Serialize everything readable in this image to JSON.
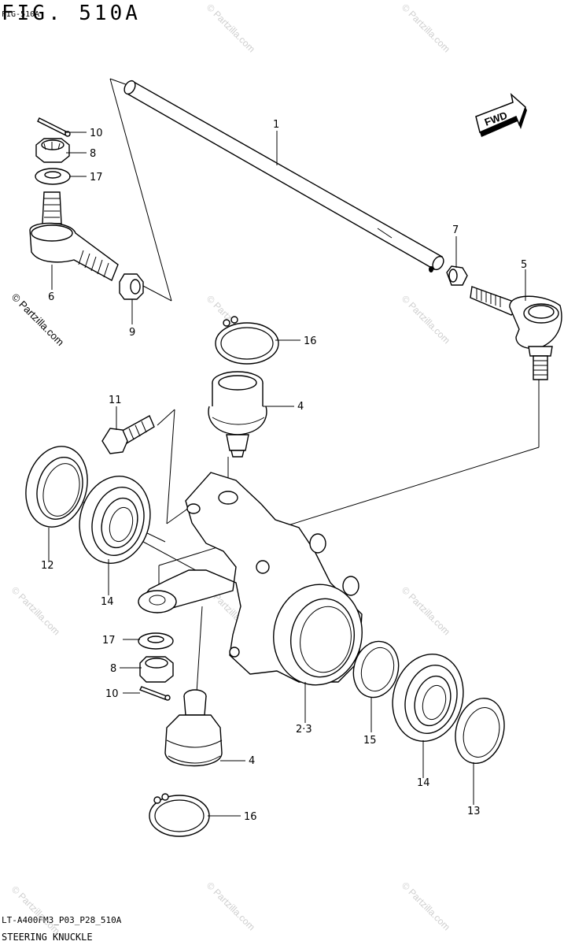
{
  "header": {
    "title": "FIG. 510A",
    "subtitle": "FIG-510A"
  },
  "footer": {
    "code": "LT-A400FM3_P03_P28_510A",
    "name": "STEERING KNUCKLE"
  },
  "fwd_label": "FWD",
  "watermark": "© Partzilla.com",
  "callouts": [
    "1",
    "2·3",
    "4",
    "4",
    "5",
    "6",
    "7",
    "8",
    "8",
    "9",
    "10",
    "10",
    "11",
    "12",
    "13",
    "14",
    "14",
    "15",
    "16",
    "16",
    "17",
    "17"
  ]
}
